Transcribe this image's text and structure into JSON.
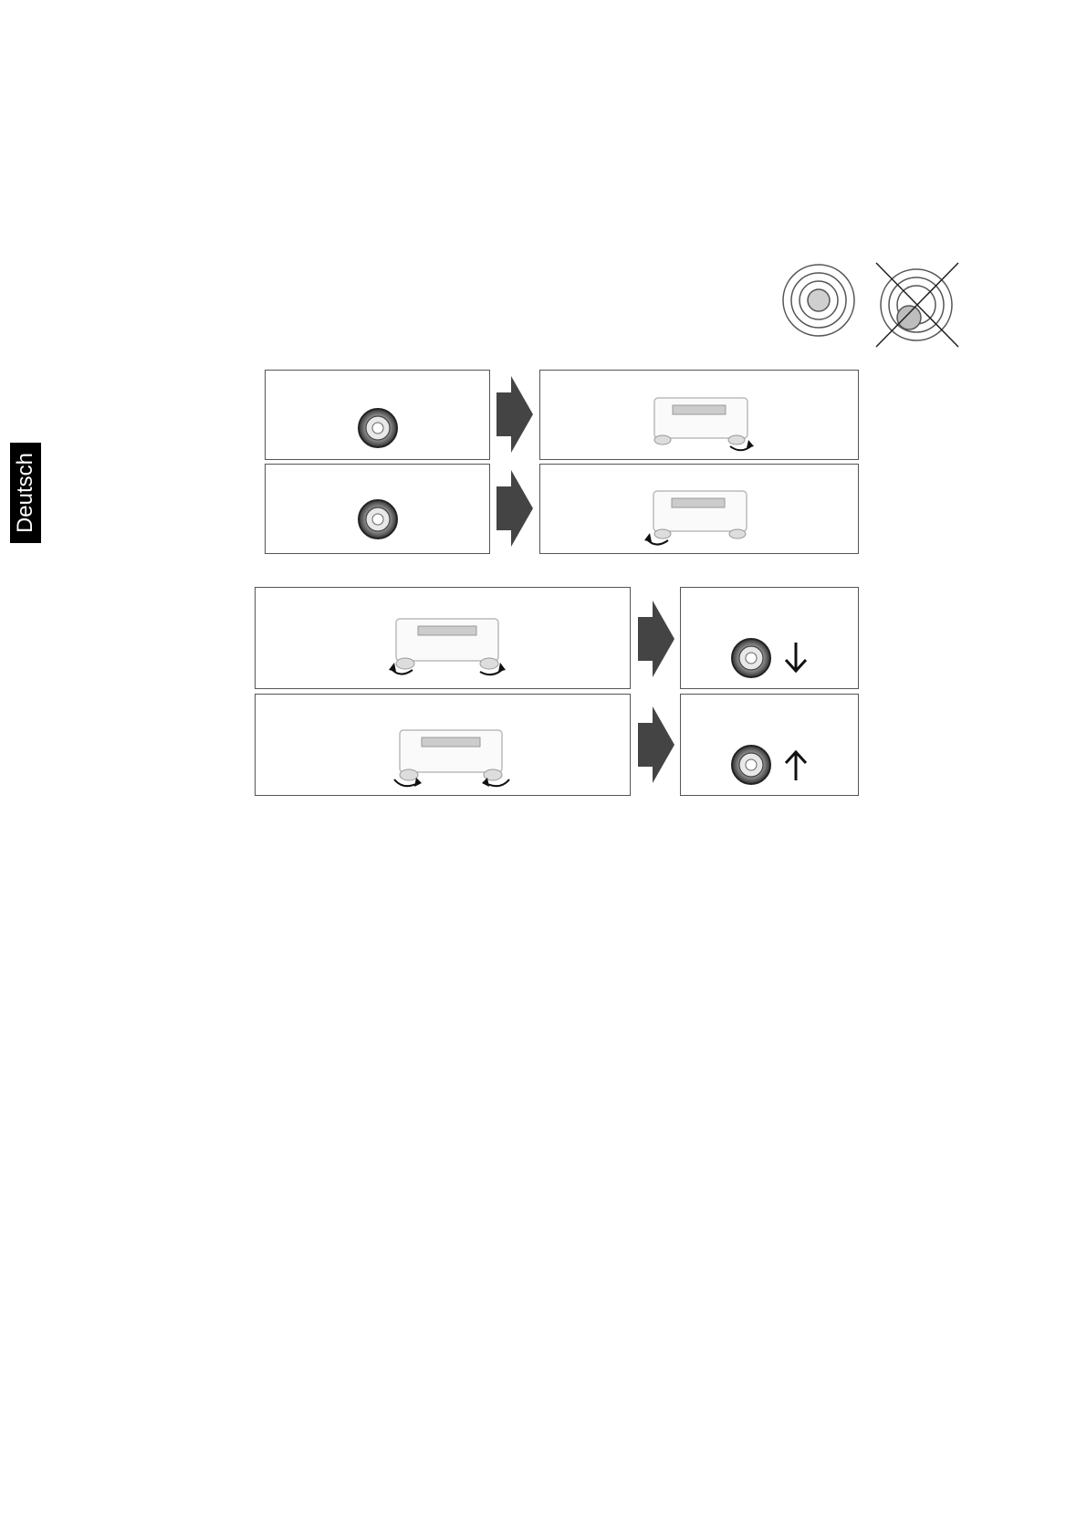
{
  "side_tab": {
    "label": "Deutsch"
  },
  "level_indicator": {
    "correct_icon": "bubble-level-centered-icon",
    "incorrect_icon": "bubble-level-off-center-crossed-icon"
  },
  "steps": [
    {
      "row": 1,
      "from": "bubble-level-icon",
      "to": "scale-turn-right-foot-icon"
    },
    {
      "row": 2,
      "from": "bubble-level-icon",
      "to": "scale-turn-left-foot-icon"
    },
    {
      "row": 3,
      "from": "scale-turn-both-feet-inward-icon",
      "to": "bubble-level-down-icon"
    },
    {
      "row": 4,
      "from": "scale-turn-both-feet-outward-icon",
      "to": "bubble-level-up-icon"
    }
  ],
  "colors": {
    "arrow": "#444444",
    "border": "#555555",
    "tab": "#000000"
  }
}
